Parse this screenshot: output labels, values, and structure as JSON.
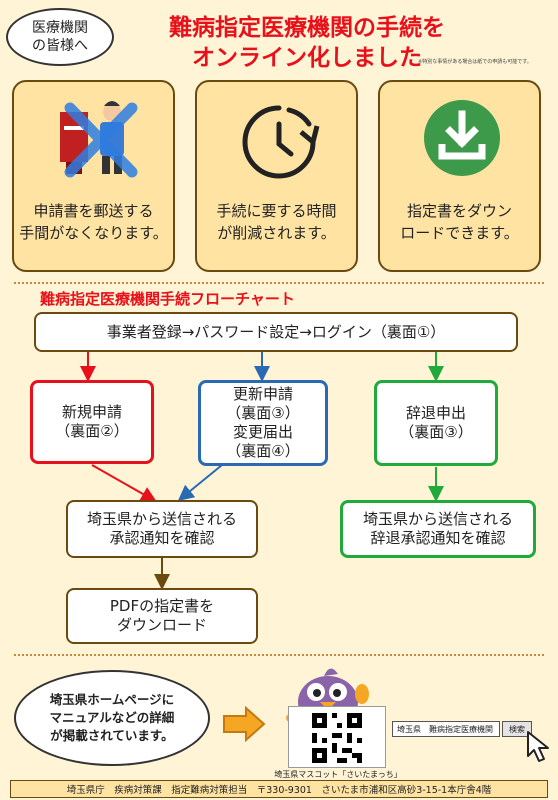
{
  "header": {
    "bubble": "医療機関\nの皆様へ",
    "title_line1": "難病指定医療機関の手続を",
    "title_line2": "オンライン化しました",
    "note": "※特別な事情がある場合は紙での申請も可能です。"
  },
  "cards": [
    {
      "icon": "mail-cancel-icon",
      "text": "申請書を郵送する\n手間がなくなります。"
    },
    {
      "icon": "clock-icon",
      "text": "手続に要する時間\nが削減されます。"
    },
    {
      "icon": "download-icon",
      "text": "指定書をダウン\nロードできます。"
    }
  ],
  "flow": {
    "title": "難病指定医療機関手続フローチャート",
    "step_login": "事業者登録→パスワード設定→ログイン（裏面①）",
    "new_app": "新規申請\n（裏面②）",
    "renewal": "更新申請\n（裏面③）\n変更届出\n（裏面④）",
    "withdraw": "辞退申出\n（裏面③）",
    "approval_confirm": "埼玉県から送信される\n承認通知を確認",
    "withdraw_confirm": "埼玉県から送信される\n辞退承認通知を確認",
    "pdf_download": "PDFの指定書を\nダウンロード"
  },
  "bottom": {
    "info": "埼玉県ホームページに\nマニュアルなどの詳細\nが掲載されています。",
    "mascot_caption": "埼玉県マスコット「さいたまっち」",
    "search_query": "埼玉県　難病指定医療機関",
    "search_button": "検索",
    "footer": "埼玉県庁　疾病対策課　指定難病対策担当　〒330-9301　さいたま市浦和区高砂3-15-1本庁舎4階"
  },
  "colors": {
    "accent_red": "#e8101a",
    "card_bg": "#ffe3a3",
    "border_brown": "#6b4a12",
    "blue": "#2a6ab5",
    "green": "#1faa3b",
    "download_green": "#3d9a4a"
  }
}
